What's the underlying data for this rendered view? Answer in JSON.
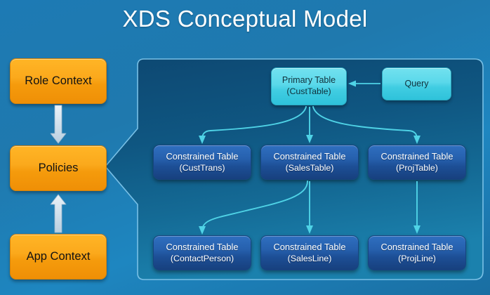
{
  "title": "XDS Conceptual Model",
  "colors": {
    "background_blue": "#1f79ae",
    "panel_fill_top": "#0e4a72",
    "panel_fill_bottom": "#1a7fae",
    "panel_border": "#7fc3e8",
    "orange_box": "#f9a41a",
    "cyan_box": "#4fd3e6",
    "blue_box": "#245fa8",
    "connector_cyan": "#4fd3e6",
    "connector_light": "#cfe3f2",
    "title_text": "#ffffff"
  },
  "left_column": {
    "items": [
      {
        "id": "role-context",
        "label": "Role Context"
      },
      {
        "id": "policies",
        "label": "Policies"
      },
      {
        "id": "app-context",
        "label": "App Context"
      }
    ],
    "arrows": [
      {
        "from": "Role Context",
        "to": "Policies",
        "direction": "down"
      },
      {
        "from": "App Context",
        "to": "Policies",
        "direction": "up"
      }
    ]
  },
  "panel": {
    "pointer_target": "Policies",
    "top_row": [
      {
        "id": "primary-table",
        "line1": "Primary Table",
        "line2": "(CustTable)",
        "kind": "cyan"
      },
      {
        "id": "query",
        "line1": "Query",
        "line2": "",
        "kind": "cyan"
      }
    ],
    "middle_row": [
      {
        "id": "custtrans",
        "line1": "Constrained Table",
        "line2": "(CustTrans)",
        "kind": "blue"
      },
      {
        "id": "salestable",
        "line1": "Constrained Table",
        "line2": "(SalesTable)",
        "kind": "blue"
      },
      {
        "id": "projtable",
        "line1": "Constrained Table",
        "line2": "(ProjTable)",
        "kind": "blue"
      }
    ],
    "bottom_row": [
      {
        "id": "contactperson",
        "line1": "Constrained Table",
        "line2": "(ContactPerson)",
        "kind": "blue"
      },
      {
        "id": "salesline",
        "line1": "Constrained Table",
        "line2": "(SalesLine)",
        "kind": "blue"
      },
      {
        "id": "projline",
        "line1": "Constrained Table",
        "line2": "(ProjLine)",
        "kind": "blue"
      }
    ],
    "connections": [
      {
        "from": "Query",
        "to": "Primary Table (CustTable)",
        "style": "straight-left"
      },
      {
        "from": "Primary Table",
        "to": "Constrained Table (CustTrans)",
        "style": "curve-left"
      },
      {
        "from": "Primary Table",
        "to": "Constrained Table (SalesTable)",
        "style": "straight-down"
      },
      {
        "from": "Primary Table",
        "to": "Constrained Table (ProjTable)",
        "style": "curve-right"
      },
      {
        "from": "Constrained Table (SalesTable)",
        "to": "Constrained Table (ContactPerson)",
        "style": "curve-left"
      },
      {
        "from": "Constrained Table (SalesTable)",
        "to": "Constrained Table (SalesLine)",
        "style": "straight-down"
      },
      {
        "from": "Constrained Table (ProjTable)",
        "to": "Constrained Table (ProjLine)",
        "style": "straight-down"
      }
    ]
  }
}
